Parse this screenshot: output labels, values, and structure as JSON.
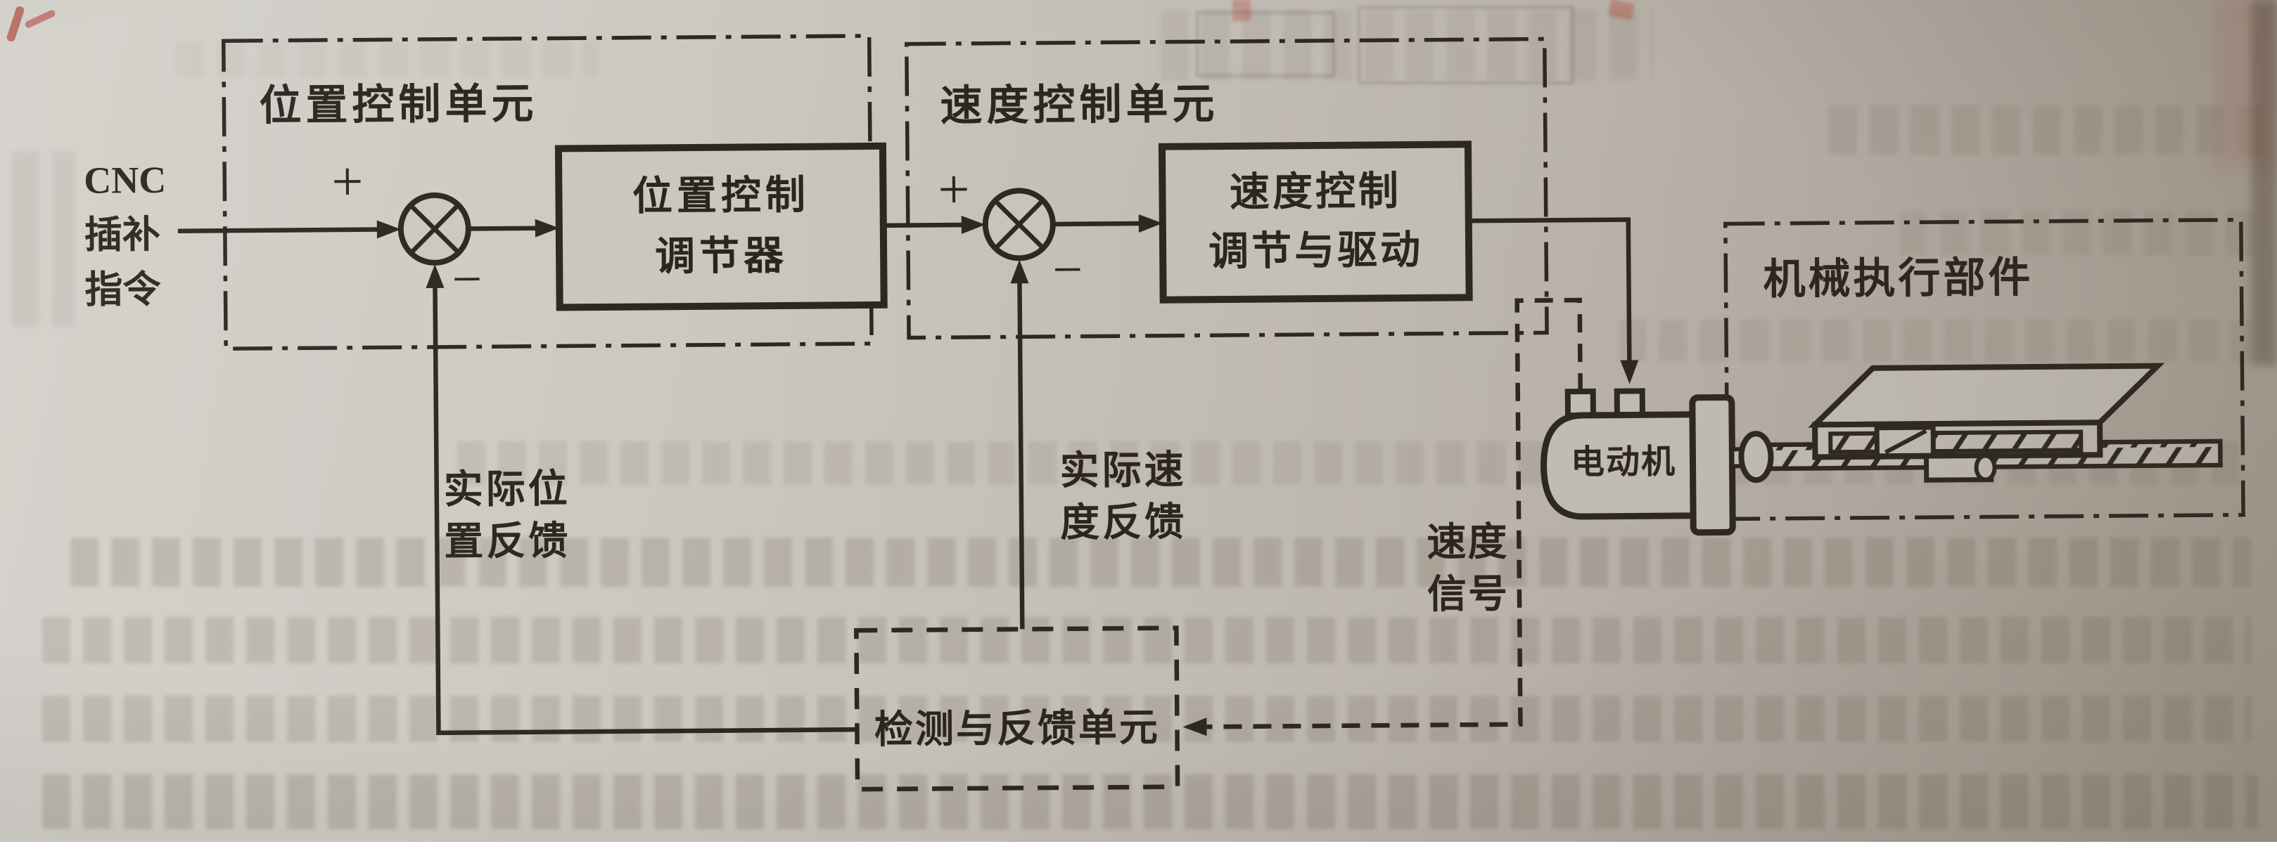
{
  "units": {
    "position": {
      "label": "位置控制单元"
    },
    "speed": {
      "label": "速度控制单元"
    },
    "mechanical": {
      "label": "机械执行部件"
    },
    "feedback": {
      "label": "检测与反馈单元"
    }
  },
  "blocks": {
    "position_regulator": {
      "line1": "位置控制",
      "line2": "调节器"
    },
    "speed_drive": {
      "line1": "速度控制",
      "line2": "调节与驱动"
    },
    "motor": {
      "label": "电动机"
    }
  },
  "input": {
    "line1": "CNC",
    "line2": "插补",
    "line3": "指令"
  },
  "labels": {
    "position_feedback": {
      "line1": "实际位",
      "line2": "置反馈"
    },
    "speed_feedback": {
      "line1": "实际速",
      "line2": "度反馈"
    },
    "speed_signal": {
      "line1": "速度",
      "line2": "信号"
    }
  },
  "signs": {
    "plus1": "+",
    "minus1": "−",
    "plus2": "+",
    "minus2": "−"
  },
  "colors": {
    "ink": "#2b251e",
    "paper": "#cac6bf"
  }
}
